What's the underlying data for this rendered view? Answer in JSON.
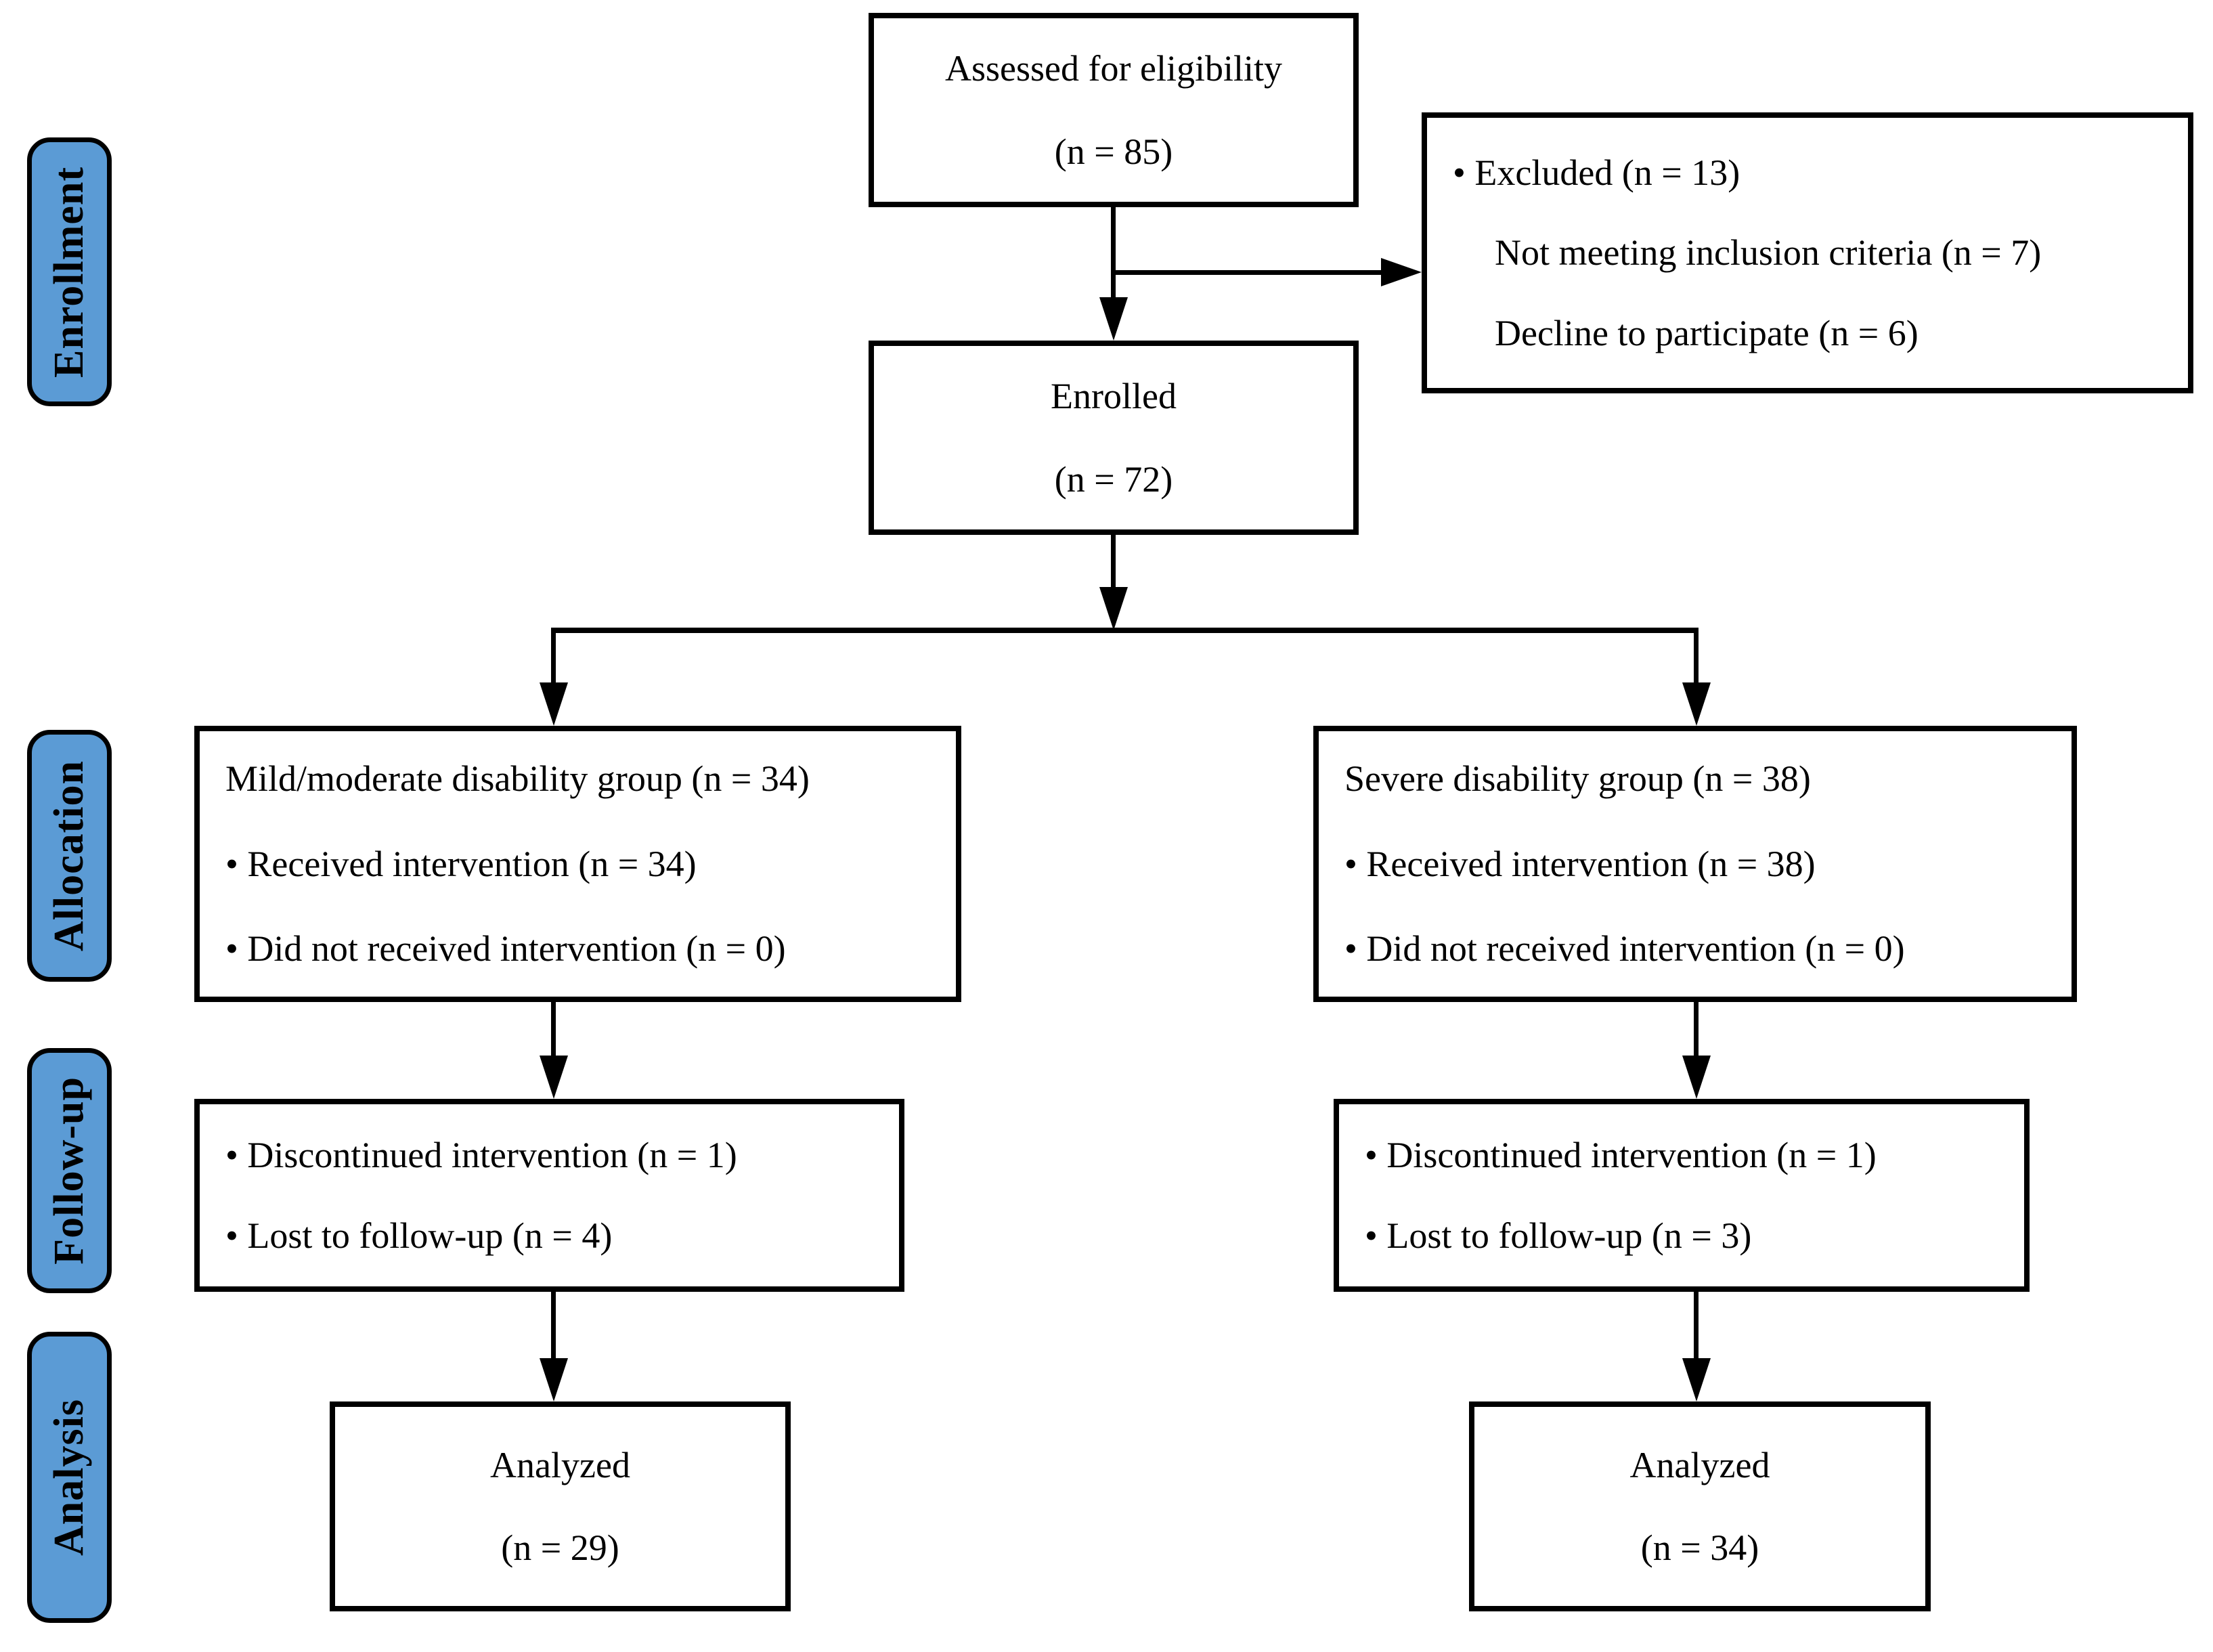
{
  "colors": {
    "stage_fill": "#5B9BD5",
    "line": "#000000",
    "background": "#ffffff"
  },
  "stages": {
    "enrollment": "Enrollment",
    "allocation": "Allocation",
    "followup": "Follow-up",
    "analysis": "Analysis"
  },
  "boxes": {
    "assessed": {
      "line1": "Assessed for eligibility",
      "line2": "(n = 85)"
    },
    "excluded": {
      "line1": "• Excluded (n = 13)",
      "line2": "Not meeting inclusion criteria (n = 7)",
      "line3": "Decline to participate (n = 6)"
    },
    "enrolled": {
      "line1": "Enrolled",
      "line2": "(n = 72)"
    },
    "alloc_left": {
      "line1": "Mild/moderate disability group (n = 34)",
      "line2": "• Received intervention (n = 34)",
      "line3": "• Did not received intervention (n = 0)"
    },
    "alloc_right": {
      "line1": "Severe disability group (n = 38)",
      "line2": "• Received intervention (n = 38)",
      "line3": "• Did not received intervention (n = 0)"
    },
    "followup_left": {
      "line1": "• Discontinued intervention (n = 1)",
      "line2": "• Lost to follow-up (n = 4)"
    },
    "followup_right": {
      "line1": "• Discontinued intervention (n = 1)",
      "line2": "• Lost to follow-up (n = 3)"
    },
    "analyzed_left": {
      "line1": "Analyzed",
      "line2": "(n = 29)"
    },
    "analyzed_right": {
      "line1": "Analyzed",
      "line2": "(n = 34)"
    }
  }
}
